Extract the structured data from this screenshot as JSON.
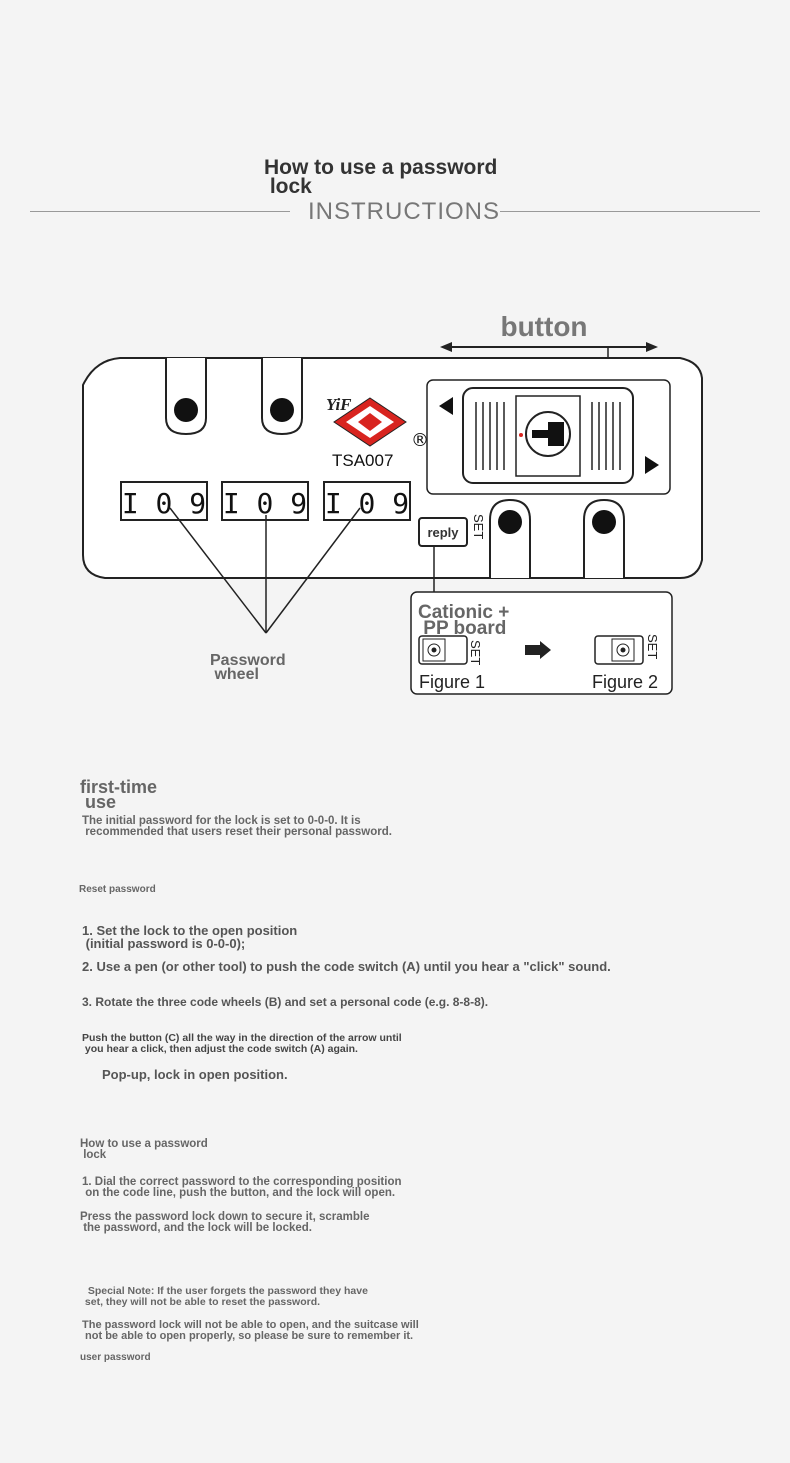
{
  "header": {
    "title": "How to use a password\n lock",
    "subtitle": "INSTRUCTIONS"
  },
  "diagram": {
    "button_label": "button",
    "brand_mark": "YiF",
    "registered": "®",
    "model": "TSA007",
    "wheels": [
      "I 0 9",
      "I 0 9",
      "I 0 9"
    ],
    "set_label": "SET",
    "reply_label": "reply",
    "password_wheel_label": "Password\n wheel",
    "inset_title": "Cationic +\n PP board",
    "figure1": "Figure 1",
    "figure2": "Figure 2"
  },
  "first_use": {
    "heading": "first-time\n use",
    "text": "The initial password for the lock is set to 0-0-0. It is\n recommended that users reset their personal password."
  },
  "reset": {
    "heading": "Reset password",
    "step1": "1. Set the lock to the open position\n (initial password is 0-0-0);",
    "step2": "2. Use a pen (or other tool) to push the code switch (A) until you hear a \"click\" sound.",
    "step3": "3. Rotate the three code wheels (B) and set a personal code (e.g. 8-8-8).",
    "push": "Push the button (C) all the way in the direction of the arrow until\n you hear a click, then adjust the code switch (A) again.",
    "popup": "Pop-up, lock in open position."
  },
  "usage": {
    "heading": "How to use a password\n lock",
    "step1": "1. Dial the correct password to the corresponding position\n on the code line, push the button, and the lock will open.",
    "step2": "Press the password lock down to secure it, scramble\n the password, and the lock will be locked."
  },
  "notes": {
    "special": "  Special Note: If the user forgets the password they have\n set, they will not be able to reset the password.",
    "warning": "The password lock will not be able to open, and the suitcase will\n not be able to open properly, so please be sure to remember it.",
    "footer": "user password"
  },
  "colors": {
    "logo_red": "#d8241f",
    "text": "#333333",
    "muted": "#777777"
  }
}
